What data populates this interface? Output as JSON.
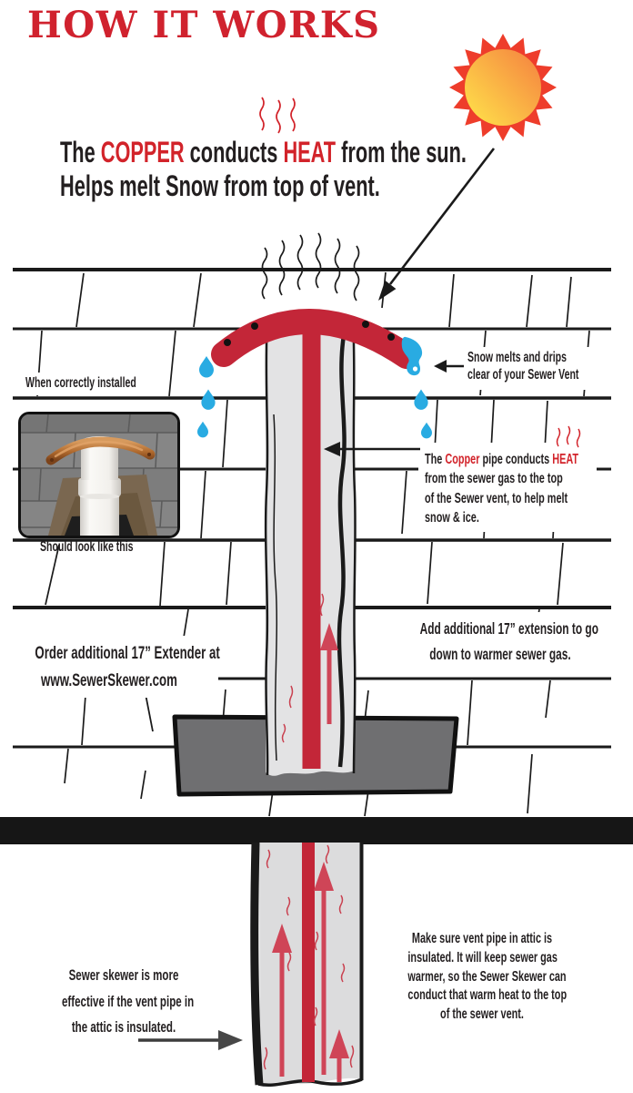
{
  "title": "HOW IT WORKS",
  "headline": {
    "t1": "The ",
    "copper": "COPPER",
    "t2": " conducts ",
    "heat": "HEAT",
    "t3": " from the sun.",
    "line2": "Helps melt Snow from top of vent."
  },
  "callouts": {
    "snow": {
      "l1": "Snow melts and drips",
      "l2": "clear of your Sewer Vent"
    },
    "installed_above": "When correctly installed",
    "installed_below": "Should look like this",
    "copper_pipe": {
      "t1": "The ",
      "copper": "Copper",
      "t2": " pipe conducts ",
      "heat": "HEAT",
      "l2": "from the sewer gas to the top",
      "l3": "of the Sewer vent, to help melt",
      "l4": "snow & ice."
    },
    "order": {
      "l1": "Order additional 17” Extender at",
      "l2": "www.SewerSkewer.com"
    },
    "extension": {
      "l1": "Add additional 17” extension to go",
      "l2": "down to warmer sewer gas."
    },
    "attic_left": {
      "l1": "Sewer skewer is more",
      "l2": "effective if the vent pipe in",
      "l3": "the attic is insulated."
    },
    "attic_right": {
      "l1": "Make sure vent pipe in attic is",
      "l2": "insulated. It will keep sewer gas",
      "l3": "warmer, so the Sewer Skewer can",
      "l4": "conduct that warm heat to the top",
      "l5": "of the sewer vent."
    }
  },
  "colors": {
    "title_red": "#d0222e",
    "text_red": "#d2232a",
    "copper_cap_red": "#c32638",
    "heat_arrow_red": "#cf4557",
    "water_blue": "#29abe2",
    "pipe_gray": "#e3e3e4",
    "flashing_gray": "#6f6f71",
    "line_black": "#1a1a1a",
    "sun_spike": "#ee3d2b",
    "sun_center_yellow": "#ffe14a",
    "sun_center_orange": "#f58440",
    "attic_arrow_gray": "#474747"
  }
}
